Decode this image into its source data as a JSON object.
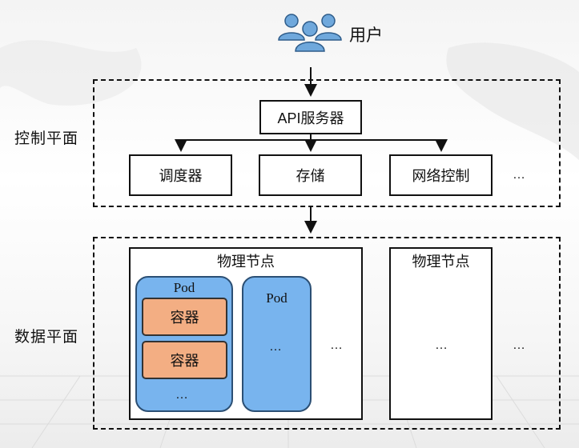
{
  "user": {
    "label": "用户",
    "icon": "users-icon"
  },
  "control_plane": {
    "label": "控制平面",
    "api_server": "API服务器",
    "components": [
      "调度器",
      "存储",
      "网络控制"
    ],
    "more": "…"
  },
  "data_plane": {
    "label": "数据平面",
    "node_title": "物理节点",
    "pod_label": "Pod",
    "container_label": "容器",
    "more": "…"
  },
  "colors": {
    "pod_fill": "#78b4ee",
    "container_fill": "#f3ae83",
    "user_icon": "#6fa8dc"
  }
}
